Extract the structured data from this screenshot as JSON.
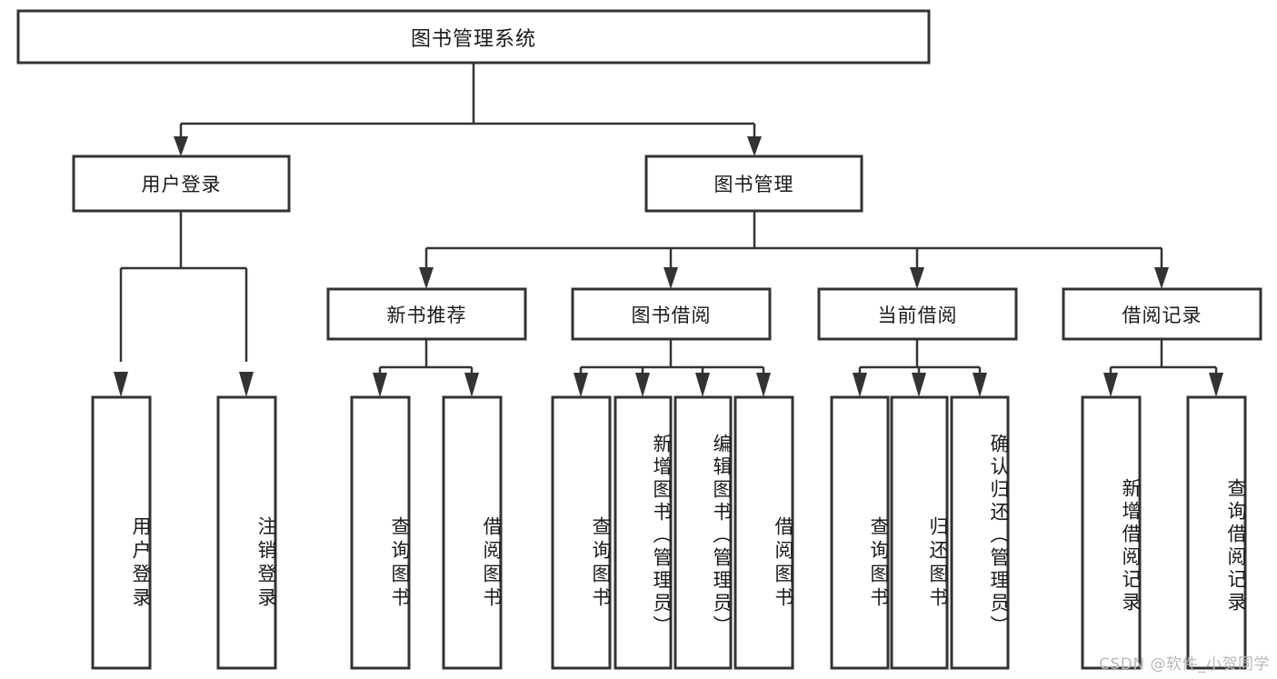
{
  "diagram": {
    "title": "图书管理系统",
    "type": "tree-hierarchy",
    "watermark": "CSDN @软件_小贺同学",
    "colors": {
      "node_stroke": "#333333",
      "node_fill": "#ffffff",
      "line": "#333333",
      "text": "#1a1a1a",
      "background": "#ffffff",
      "watermark": "#b9b9b9"
    },
    "levels": {
      "root": "图书管理系统",
      "level2": [
        "用户登录",
        "图书管理"
      ],
      "level3": [
        "新书推荐",
        "图书借阅",
        "当前借阅",
        "借阅记录"
      ]
    },
    "nodes": {
      "root": {
        "label": "图书管理系统"
      },
      "user_login": {
        "label": "用户登录"
      },
      "book_manage": {
        "label": "图书管理"
      },
      "new_book_recommend": {
        "label": "新书推荐"
      },
      "book_borrow": {
        "label": "图书借阅"
      },
      "current_borrow": {
        "label": "当前借阅"
      },
      "borrow_record": {
        "label": "借阅记录"
      },
      "leaf_user_login": {
        "label": "用户登录"
      },
      "leaf_logout_login": {
        "label": "注销登录"
      },
      "leaf_query_book_1": {
        "label": "查询图书"
      },
      "leaf_borrow_book_1": {
        "label": "借阅图书"
      },
      "leaf_query_book_2": {
        "label": "查询图书"
      },
      "leaf_add_book_admin": {
        "label": "新增图书（管理员）"
      },
      "leaf_edit_book_admin": {
        "label": "编辑图书（管理员）"
      },
      "leaf_borrow_book_2": {
        "label": "借阅图书"
      },
      "leaf_query_book_3": {
        "label": "查询图书"
      },
      "leaf_return_book": {
        "label": "归还图书"
      },
      "leaf_confirm_return_admin": {
        "label": "确认归还（管理员）"
      },
      "leaf_add_borrow_record": {
        "label": "新增借阅记录"
      },
      "leaf_query_borrow_record": {
        "label": "查询借阅记录"
      }
    },
    "edges": [
      {
        "from": "root",
        "to": "user_login"
      },
      {
        "from": "root",
        "to": "book_manage"
      },
      {
        "from": "user_login",
        "to": "leaf_user_login"
      },
      {
        "from": "user_login",
        "to": "leaf_logout_login"
      },
      {
        "from": "book_manage",
        "to": "new_book_recommend"
      },
      {
        "from": "book_manage",
        "to": "book_borrow"
      },
      {
        "from": "book_manage",
        "to": "current_borrow"
      },
      {
        "from": "book_manage",
        "to": "borrow_record"
      },
      {
        "from": "new_book_recommend",
        "to": "leaf_query_book_1"
      },
      {
        "from": "new_book_recommend",
        "to": "leaf_borrow_book_1"
      },
      {
        "from": "book_borrow",
        "to": "leaf_query_book_2"
      },
      {
        "from": "book_borrow",
        "to": "leaf_add_book_admin"
      },
      {
        "from": "book_borrow",
        "to": "leaf_edit_book_admin"
      },
      {
        "from": "book_borrow",
        "to": "leaf_borrow_book_2"
      },
      {
        "from": "current_borrow",
        "to": "leaf_query_book_3"
      },
      {
        "from": "current_borrow",
        "to": "leaf_return_book"
      },
      {
        "from": "current_borrow",
        "to": "leaf_confirm_return_admin"
      },
      {
        "from": "borrow_record",
        "to": "leaf_add_borrow_record"
      },
      {
        "from": "borrow_record",
        "to": "leaf_query_borrow_record"
      }
    ]
  }
}
